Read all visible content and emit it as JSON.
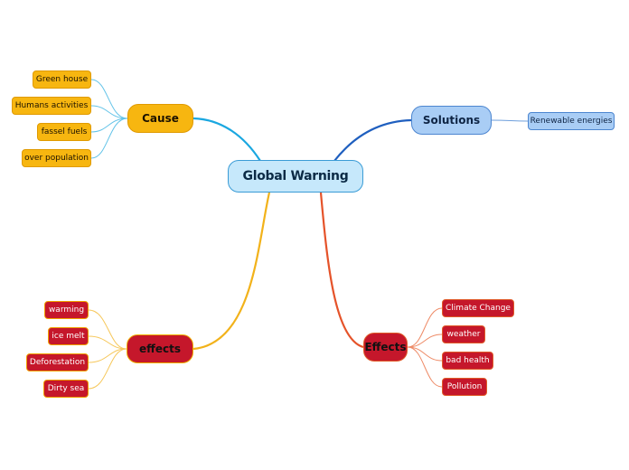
{
  "map": {
    "central": "Global Warning",
    "cause": {
      "label": "Cause",
      "items": [
        "Green house",
        "Humans activities",
        "fassel fuels",
        "over population"
      ]
    },
    "solutions": {
      "label": "Solutions",
      "items": [
        "Renewable energies"
      ]
    },
    "effects_left": {
      "label": "effects",
      "items": [
        "warming",
        "ice melt",
        "Deforestation",
        "Dirty sea"
      ]
    },
    "effects_right": {
      "label": "Effects",
      "items": [
        "Climate Change",
        "weather",
        "bad health",
        "Pollution"
      ]
    }
  },
  "colors": {
    "cause_branch": "#1aa7e0",
    "solutions_branch": "#1f5fbf",
    "effects_left_branch": "#f2b21a",
    "effects_right_branch": "#e5532a",
    "cause_leaf_line": "#63c3e8",
    "solutions_leaf_line": "#6e9fdc",
    "effects_left_leaf_line": "#f6c75a",
    "effects_right_leaf_line": "#ee8a66"
  }
}
